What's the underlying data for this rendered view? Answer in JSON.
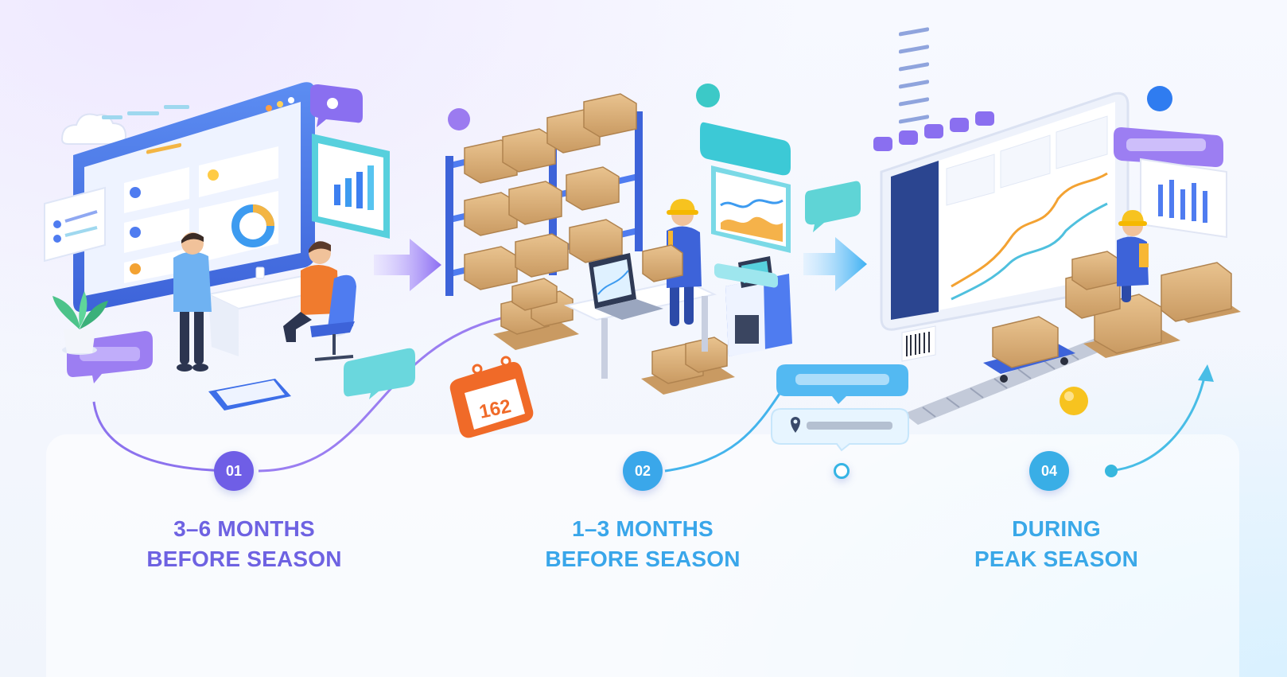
{
  "timeline": {
    "steps": [
      {
        "number": "01",
        "line1": "3–6 MONTHS",
        "line2": "BEFORE SEASON",
        "color": "#6f5ee6",
        "text_color": "#6e62e2"
      },
      {
        "number": "02",
        "line1": "1–3 MONTHS",
        "line2": "BEFORE SEASON",
        "color": "#3aa7ea",
        "text_color": "#39a6ea"
      },
      {
        "number": "04",
        "line1": "DURING",
        "line2": "PEAK SEASON",
        "color": "#39aee6",
        "text_color": "#3aa8e8"
      }
    ]
  },
  "illustrations": {
    "calendar_number": "162"
  },
  "icons": {
    "planning": "dashboard-monitor-icon",
    "warehouse": "warehouse-shelf-icon",
    "peak": "analytics-screen-icon",
    "calendar": "calendar-icon",
    "location": "location-pin-icon",
    "barcode": "barcode-icon"
  }
}
